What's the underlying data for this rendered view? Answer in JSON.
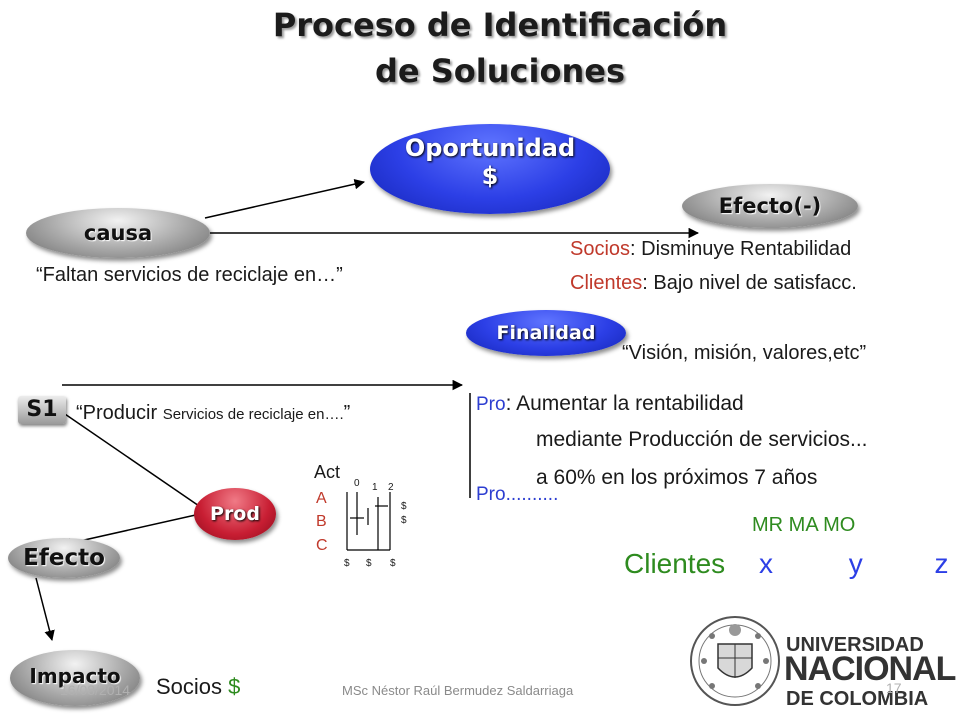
{
  "title": {
    "line1": "Proceso de Identificación",
    "line2": "de Soluciones"
  },
  "nodes": {
    "oportunidad": {
      "label": "Oportunidad",
      "sub": "$"
    },
    "causa": "causa",
    "efecto_neg": "Efecto(-)",
    "finalidad": "Finalidad",
    "s1": "S1",
    "prod": "Prod",
    "efecto": "Efecto",
    "impacto": "Impacto"
  },
  "texts": {
    "causa_quote": "“Faltan servicios de reciclaje en…”",
    "socios_label": "Socios",
    "socios_text": ": Disminuye Rentabilidad",
    "clientes_label": "Clientes",
    "clientes_text": ": Bajo nivel de satisfacc.",
    "vision": "“Visión, misión, valores,etc”",
    "producir_a": "“Producir ",
    "producir_b": "Servicios de reciclaje en….",
    "producir_c": "”",
    "pro1_label": "Pro",
    "pro1_text": ": Aumentar la rentabilidad",
    "pro1_line2": "mediante Producción de servicios...",
    "pro1_line3": "a  60%  en los próximos  7 años",
    "pro2": "Pro..........",
    "mr_ma_mo": "MR  MA  MO",
    "clientes_big": "Clientes",
    "x": "x",
    "y": "y",
    "z": "z",
    "socios_bottom": "Socios",
    "dollar": "$",
    "date": "16/08/2014",
    "author": "MSc Néstor Raúl Bermudez Saldarriaga",
    "page_num": "17"
  },
  "gantt": {
    "header": "Act",
    "activities": [
      "A",
      "B",
      "C"
    ],
    "periods": [
      "0",
      "1",
      "2"
    ],
    "right_dollars": [
      "$",
      "$"
    ],
    "bottom_dollars": [
      "$",
      "$",
      "$"
    ]
  },
  "logo": {
    "line1": "UNIVERSIDAD",
    "line2": "NACIONAL",
    "line3": "DE COLOMBIA"
  },
  "colors": {
    "blue": "#2c3fe6",
    "red": "#c0392b",
    "green": "#2e8b1f"
  }
}
